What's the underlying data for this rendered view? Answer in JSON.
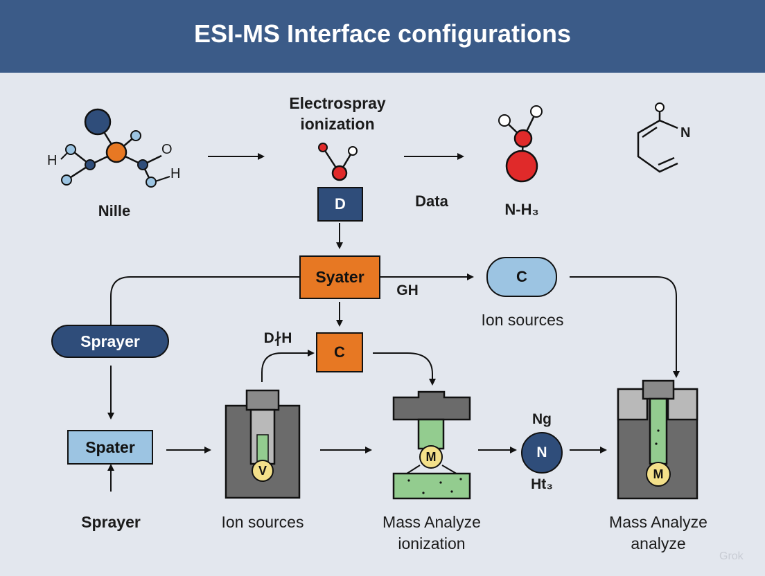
{
  "title": "ESI-MS Interface configurations",
  "labels": {
    "nille": "Nille",
    "electrospray_line1": "Electrospray",
    "electrospray_line2": "ionization",
    "data": "Data",
    "nh3": "N-H₃",
    "gh": "GH",
    "ion_sources_top": "Ion sources",
    "dh": "D∤H",
    "sprayer_bottom": "Sprayer",
    "ion_sources_bottom": "Ion sources",
    "mass_analyze_1_line1": "Mass Analyze",
    "mass_analyze_1_line2": "ionization",
    "ng": "Ng",
    "ht3": "Ht₃",
    "mass_analyze_2_line1": "Mass Analyze",
    "mass_analyze_2_line2": "analyze"
  },
  "nodes": {
    "d_box": "D",
    "syater": "Syater",
    "c_oval": "C",
    "c_box": "C",
    "sprayer_pill": "Sprayer",
    "spater": "Spater",
    "n_circle": "N"
  },
  "atoms": {
    "h_left": "H",
    "o_right": "O",
    "h_right": "H",
    "pyridine_n": "N"
  },
  "badges": {
    "v": "V",
    "m1": "M",
    "m2": "M"
  },
  "watermark": "Grok",
  "colors": {
    "header": "#3b5b88",
    "background": "#e3e7ee",
    "orange": "#e77823",
    "navy": "#2f4d7a",
    "light_blue": "#9cc4e2",
    "red": "#e02a2a",
    "green": "#93cc8f",
    "gray": "#6b6b6b",
    "yellow": "#f3e08a"
  }
}
